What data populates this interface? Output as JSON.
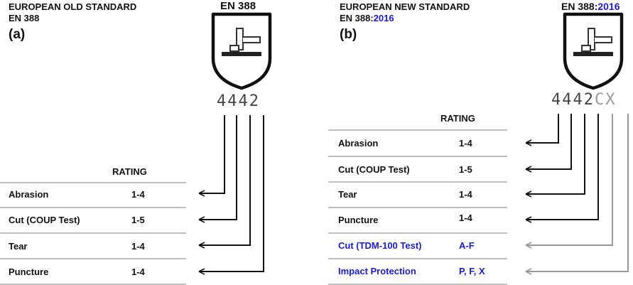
{
  "colors": {
    "text": "#111111",
    "accent_blue": "#1a1adc",
    "grey": "#999999",
    "line": "#aaaaaa"
  },
  "left": {
    "header_line1": "EUROPEAN OLD STANDARD",
    "header_line2": "EN 388",
    "panel_label": "(a)",
    "standard_title": "EN 388",
    "digits": [
      "4",
      "4",
      "4",
      "2"
    ],
    "rating_label": "RATING",
    "rows": [
      {
        "name": "Abrasion",
        "rating": "1-4"
      },
      {
        "name": "Cut (COUP Test)",
        "rating": "1-5"
      },
      {
        "name": "Tear",
        "rating": "1-4"
      },
      {
        "name": "Puncture",
        "rating": "1-4"
      }
    ]
  },
  "right": {
    "header_line1": "EUROPEAN NEW STANDARD",
    "header_line2_prefix": "EN 388:",
    "header_line2_year": "2016",
    "panel_label": "(b)",
    "standard_title_prefix": "EN 388:",
    "standard_title_year": "2016",
    "digits": [
      "4",
      "4",
      "4",
      "2"
    ],
    "letters": [
      "C",
      "X"
    ],
    "rating_label": "RATING",
    "rows": [
      {
        "name": "Abrasion",
        "rating": "1-4",
        "highlight": false
      },
      {
        "name": "Cut (COUP Test)",
        "rating": "1-5",
        "highlight": false
      },
      {
        "name": "Tear",
        "rating": "1-4",
        "highlight": false
      },
      {
        "name": "Puncture",
        "rating": "1-4",
        "highlight": false
      },
      {
        "name": "Cut (TDM-100 Test)",
        "rating": "A-F",
        "highlight": true
      },
      {
        "name": "Impact Protection",
        "rating": "P, F, X",
        "highlight": true
      }
    ]
  }
}
